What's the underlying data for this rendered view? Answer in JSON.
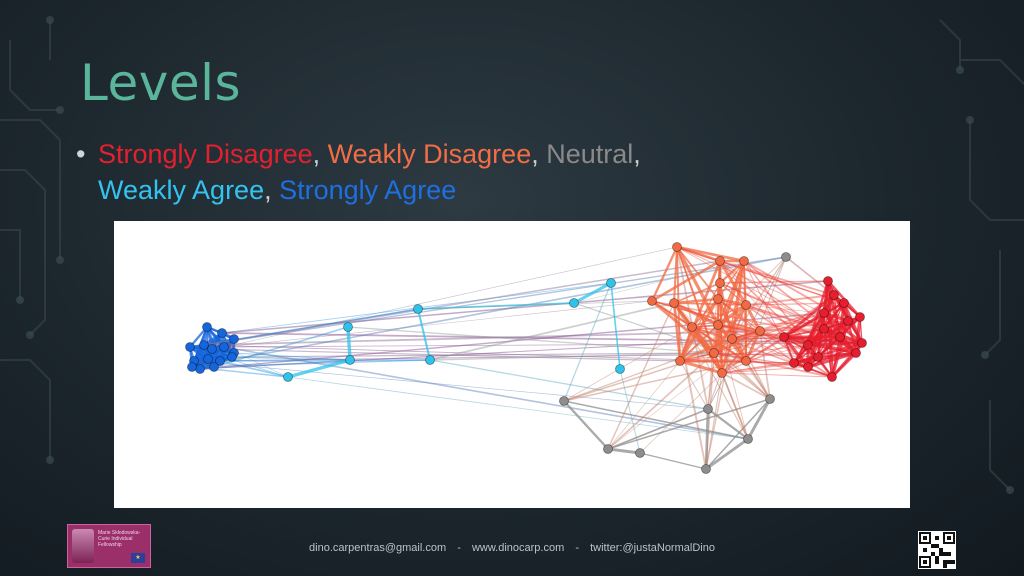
{
  "slide": {
    "title": "Levels",
    "title_color": "#5ab59b",
    "levels": [
      {
        "label": "Strongly Disagree",
        "color": "#e4202e"
      },
      {
        "label": "Weakly Disagree",
        "color": "#f26d45"
      },
      {
        "label": "Neutral",
        "color": "#8a8a8a"
      },
      {
        "label": "Weakly Agree",
        "color": "#33c3ee"
      },
      {
        "label": "Strongly Agree",
        "color": "#1e6fe0"
      }
    ]
  },
  "network": {
    "colors": {
      "strongly_disagree": "#e61e2e",
      "weakly_disagree": "#f26a43",
      "neutral": "#8d8d8d",
      "weakly_agree": "#2ec3ea",
      "strongly_agree": "#1565dc"
    }
  },
  "footer": {
    "email": "dino.carpentras@gmail.com",
    "website": "www.dinocarp.com",
    "twitter": "twitter:@justaNormalDino",
    "separator": "-"
  },
  "badge": {
    "text": "Marie Skłodowska-Curie Individual Fellowship",
    "icon": "msca-logo-icon"
  },
  "qr": {
    "icon": "qr-code-icon"
  }
}
